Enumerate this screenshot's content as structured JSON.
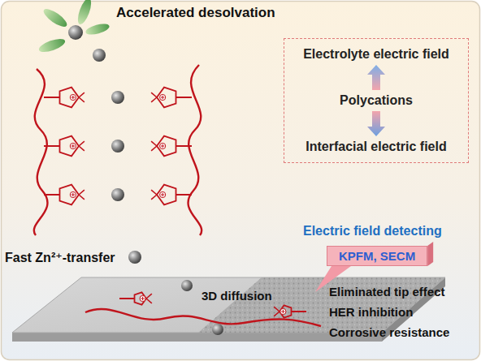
{
  "diagram": {
    "nodes": [
      {
        "text": [
          "Electrolyte electric field",
          "Polycations",
          "Interfacial electric field"
        ]
      },
      {
        "text": [
          "Electric field detecting",
          "KPFM, SECM"
        ]
      }
    ],
    "labels": [
      "Accelerated desolvation",
      "Fast Zn²⁺-transfer",
      "3D diffusion",
      "Eliminated tip effect",
      "HER inhibition",
      "Corrosive resistance"
    ]
  }
}
